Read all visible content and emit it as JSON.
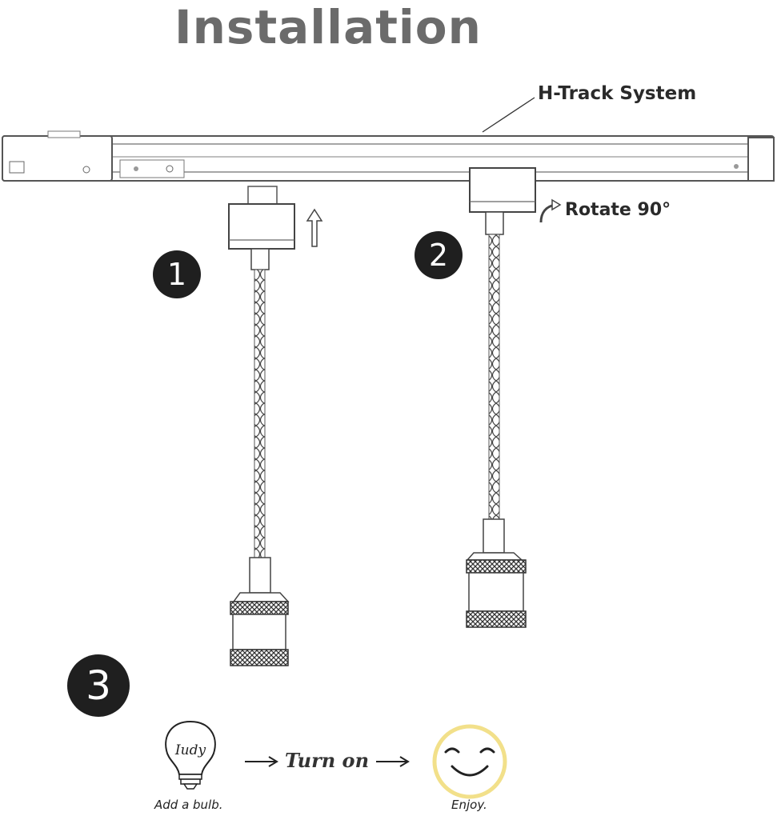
{
  "title": "Installation",
  "labels": {
    "track": "H-Track System",
    "rotate": "Rotate 90°"
  },
  "steps": [
    "1",
    "2",
    "3"
  ],
  "bulb_logo_text": "Iudy",
  "flow": {
    "add_bulb": "Add a bulb.",
    "turn_on": "Turn on",
    "enjoy": "Enjoy."
  },
  "icons": [
    "up-arrow-icon",
    "rotate-arrow-icon",
    "bulb-icon",
    "right-arrow-icon",
    "smiley-icon"
  ],
  "colors": {
    "title": "#6b6b6b",
    "badge": "#1f1f1f",
    "smiley_ring": "#f2e08a"
  }
}
